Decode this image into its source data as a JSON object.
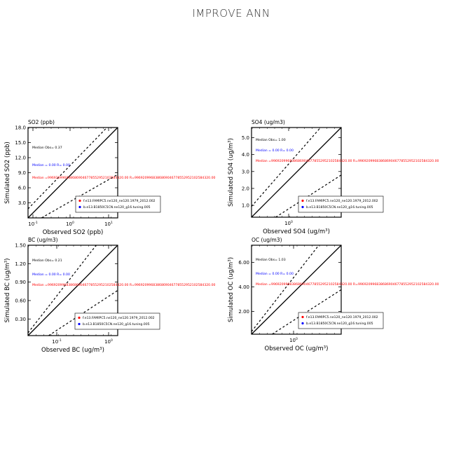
{
  "title": "IMPROVE ANN",
  "colors": {
    "case1": "#ff0000",
    "case2": "#0000ff",
    "obs": "#000000"
  },
  "legend": [
    "f.e13.FAMIPC5.ne120_ne120.1979_2012.002",
    "b.e13.B1850C5CN.ne120_g16.tuning.005"
  ],
  "chart_data": [
    {
      "type": "scatter",
      "species": "SO2",
      "title": "SO2 (ppb)",
      "xlabel": "Observed SO2 (ppb)",
      "ylabel": "Simulated SO2 (ppb)",
      "x_scale": "log",
      "xticks": [
        "10^-1",
        "10^0",
        "10^1"
      ],
      "yticks": [
        "3.0",
        "6.0",
        "9.0",
        "12.0",
        "15.0",
        "18.0"
      ],
      "ylim": [
        0,
        18
      ],
      "median_obs": "Median Obs= 0.37",
      "case2_stats": "Median = 0.00 R= 0.00",
      "case1_stats": "Median =9969209968386869046778552952102584320.00 R=9969209968386869046778552952102584320.00",
      "reference_lines": [
        "1:1",
        "2:1",
        "1:2"
      ],
      "points": []
    },
    {
      "type": "scatter",
      "species": "SO4",
      "title": "SO4 (ug/m3)",
      "xlabel": "Observed SO4 (ug/m3)",
      "ylabel": "Simulated SO4 (ug/m3)",
      "x_scale": "log",
      "xticks": [
        "10^0"
      ],
      "yticks": [
        "1.0",
        "2.0",
        "3.0",
        "4.0",
        "5.0"
      ],
      "ylim": [
        0.3,
        5.6
      ],
      "median_obs": "Median Obs= 1.00",
      "case2_stats": "Median = 0.00 R= 0.00",
      "case1_stats": "Median =9969209968386869046778552952102584320.00 R=9969209968386869046778552952102584320.00",
      "reference_lines": [
        "1:1",
        "2:1",
        "1:2"
      ],
      "points": []
    },
    {
      "type": "scatter",
      "species": "BC",
      "title": "BC (ug/m3)",
      "xlabel": "Observed BC (ug/m3)",
      "ylabel": "Simulated BC (ug/m3)",
      "x_scale": "log",
      "xticks": [
        "10^-1",
        "10^0"
      ],
      "yticks": [
        "0.30",
        "0.60",
        "0.90",
        "1.20",
        "1.50"
      ],
      "ylim": [
        0.03,
        1.5
      ],
      "median_obs": "Median Obs= 0.21",
      "case2_stats": "Median = 0.00 R= 0.00",
      "case1_stats": "Median =9969209968386869046778552952102584320.00 R=9969209968386869046778552952102584320.00",
      "reference_lines": [
        "1:1",
        "2:1",
        "1:2"
      ],
      "points": []
    },
    {
      "type": "scatter",
      "species": "OC",
      "title": "OC (ug/m3)",
      "xlabel": "Observed OC (ug/m3)",
      "ylabel": "Simulated OC (ug/m3)",
      "x_scale": "log",
      "xticks": [
        "10^0"
      ],
      "yticks": [
        "2.00",
        "4.00",
        "6.00"
      ],
      "ylim": [
        0.15,
        7.4
      ],
      "median_obs": "Median Obs= 1.03",
      "case2_stats": "Median = 0.00 R= 0.00",
      "case1_stats": "Median =9969209968386869046778552952102584320.00 R=9969209968386869046778552952102584320.00",
      "reference_lines": [
        "1:1",
        "2:1",
        "1:2"
      ],
      "points": []
    }
  ]
}
